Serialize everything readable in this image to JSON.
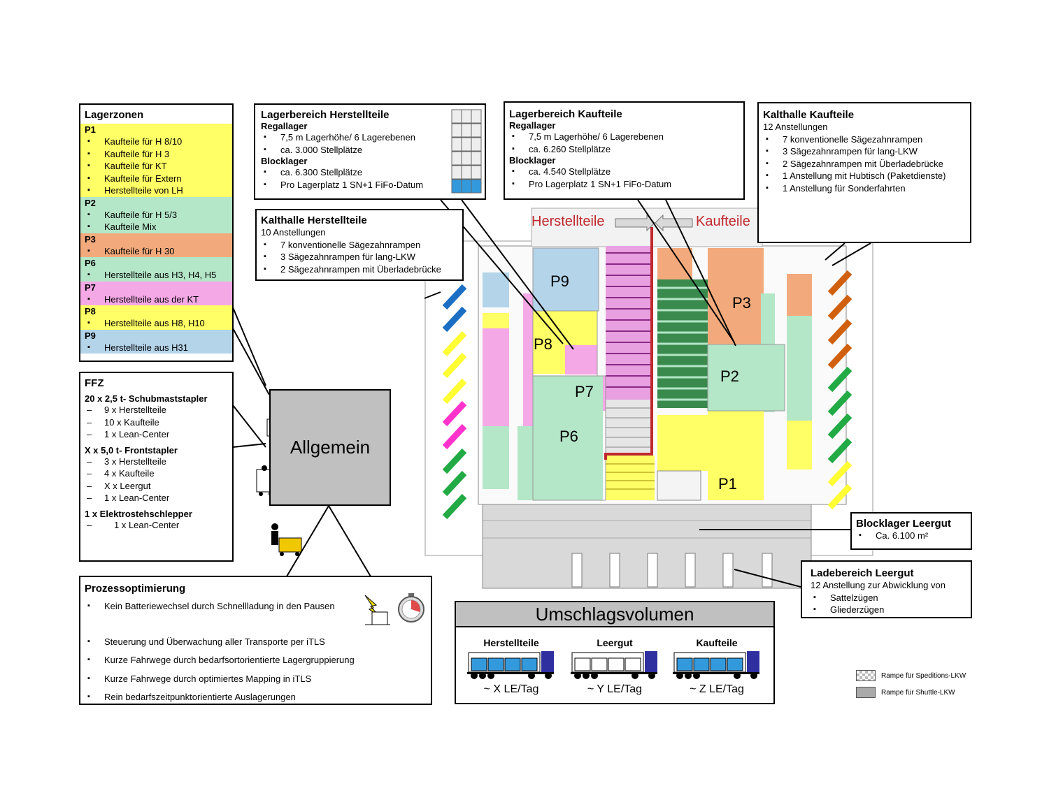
{
  "lagerzonen": {
    "title": "Lagerzonen",
    "zones": [
      {
        "label": "P1",
        "color": "#ffff66",
        "items": [
          "Kaufteile für H 8/10",
          "Kaufteile für H 3",
          "Kaufteile für  KT",
          "Kaufteile für Extern",
          "Herstellteile von LH"
        ]
      },
      {
        "label": "P2",
        "color": "#b4e6c8",
        "items": [
          "Kaufteile für H 5/3",
          "Kaufteile Mix"
        ]
      },
      {
        "label": "P3",
        "color": "#f2aa7c",
        "items": [
          "Kaufteile für H 30"
        ]
      },
      {
        "label": "P6",
        "color": "#b4e6c8",
        "items": [
          "Herstellteile aus H3, H4, H5"
        ]
      },
      {
        "label": "P7",
        "color": "#f5a8e6",
        "items": [
          "Herstellteile aus der KT"
        ]
      },
      {
        "label": "P8",
        "color": "#ffff66",
        "items": [
          "Herstellteile aus H8, H10"
        ]
      },
      {
        "label": "P9",
        "color": "#b4d4ea",
        "items": [
          "Herstellteile aus H31"
        ]
      }
    ]
  },
  "ffz": {
    "title": "FFZ",
    "groups": [
      {
        "title": "20 x 2,5 t- Schubmaststapler",
        "items": [
          "9 x Herstellteile",
          "10 x Kaufteile",
          "1 x Lean-Center"
        ]
      },
      {
        "title": "X x 5,0 t- Frontstapler",
        "items": [
          "3 x Herstellteile",
          "4 x Kaufteile",
          "X x Leergut",
          "1 x Lean-Center"
        ]
      },
      {
        "title": "1 x Elektrostehschlepper",
        "items": [
          "1 x Lean-Center"
        ]
      }
    ]
  },
  "allgemein": {
    "label": "Allgemein"
  },
  "prozess": {
    "title": "Prozessoptimierung",
    "items": [
      "Kein Batteriewechsel durch Schnellladung in den Pausen",
      "Steuerung und Überwachung aller Transporte per iTLS",
      "Kurze Fahrwege durch bedarfsortorientierte Lagergruppierung",
      "Kurze Fahrwege durch optimiertes Mapping in iTLS",
      "Rein bedarfszeitpunktorientierte Auslagerungen"
    ]
  },
  "lager_herstell": {
    "title": "Lagerbereich Herstellteile",
    "regal_title": "Regallager",
    "regal_items": [
      "7,5 m Lagerhöhe/ 6 Lagerebenen",
      "ca. 3.000 Stellplätze"
    ],
    "block_title": "Blocklager",
    "block_items": [
      "ca. 6.300 Stellplätze",
      "Pro Lagerplatz 1 SN+1 FiFo-Datum"
    ]
  },
  "lager_kauf": {
    "title": "Lagerbereich Kaufteile",
    "regal_title": "Regallager",
    "regal_items": [
      "7,5 m Lagerhöhe/ 6 Lagerebenen",
      "ca. 6.260 Stellplätze"
    ],
    "block_title": "Blocklager",
    "block_items": [
      "ca. 4.540 Stellplätze",
      "Pro Lagerplatz 1 SN+1 FiFo-Datum"
    ]
  },
  "kalt_herstell": {
    "title": "Kalthalle Herstellteile",
    "sub": "10 Anstellungen",
    "items": [
      "7 konventionelle Sägezahnrampen",
      "3 Sägezahnrampen für lang-LKW",
      "2 Sägezahnrampen mit Überladebrücke"
    ]
  },
  "kalt_kauf": {
    "title": "Kalthalle Kaufteile",
    "sub": "12 Anstellungen",
    "items": [
      "7 konventionelle Sägezahnrampen",
      "3 Sägezahnrampen für lang-LKW",
      "2 Sägezahnrampen mit Überladebrücke",
      "1 Anstellung mit Hubtisch (Paketdienste)",
      "1 Anstellung für Sonderfahrten"
    ]
  },
  "blocklager_leergut": {
    "title": "Blocklager Leergut",
    "items": [
      "Ca. 6.100 m²"
    ]
  },
  "lade_leergut": {
    "title": "Ladebereich Leergut",
    "sub": "12 Anstellung zur Abwicklung von",
    "items": [
      "Sattelzügen",
      "Gliederzügen"
    ]
  },
  "umschlag": {
    "title": "Umschlagsvolumen",
    "trucks": [
      {
        "label": "Herstellteile",
        "value": "~ X LE/Tag"
      },
      {
        "label": "Leergut",
        "value": "~ Y LE/Tag"
      },
      {
        "label": "Kaufteile",
        "value": "~ Z LE/Tag"
      }
    ]
  },
  "map": {
    "herstellteile_label": "Herstellteile",
    "kaufteile_label": "Kaufteile",
    "zone_labels": {
      "p1": "P1",
      "p2": "P2",
      "p3": "P3",
      "p6": "P6",
      "p7": "P7",
      "p8": "P8",
      "p9": "P9"
    },
    "accent_red": "#c0282d"
  },
  "legend": {
    "speditions": "Rampe für Speditions-LKW",
    "shuttle": "Rampe für Shuttle-LKW"
  }
}
